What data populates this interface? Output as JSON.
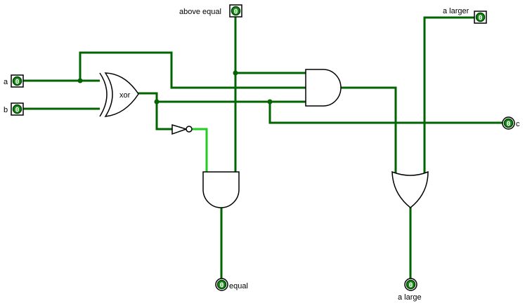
{
  "pins": {
    "a": {
      "label": "a",
      "value": "0"
    },
    "b": {
      "label": "b",
      "value": "0"
    },
    "above_equal": {
      "label": "above equal",
      "value": "0"
    },
    "a_larger": {
      "label": "a larger",
      "value": "0"
    },
    "c": {
      "label": "c",
      "value": "0"
    },
    "equal": {
      "label": "equal",
      "value": "0"
    },
    "a_large": {
      "label": "a large",
      "value": "0"
    }
  },
  "gates": {
    "xor": {
      "label": "xor"
    }
  },
  "colors": {
    "wire": "#006400",
    "wire_high": "#22cc22",
    "pin_fill": "#1a8a1a"
  }
}
